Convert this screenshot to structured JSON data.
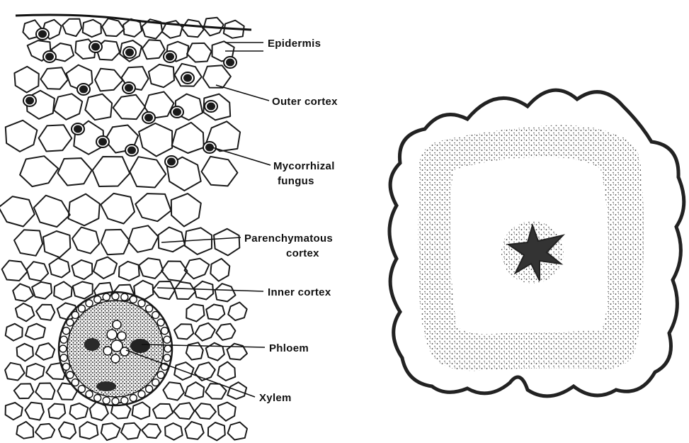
{
  "labels": {
    "epidermis": "Epidermis",
    "outer_cortex": "Outer cortex",
    "mycorrhizal_1": "Mycorrhizal",
    "mycorrhizal_2": "fungus",
    "parenchymatous_1": "Parenchymatous",
    "parenchymatous_2": "cortex",
    "inner_cortex": "Inner cortex",
    "phloem": "Phloem",
    "xylem": "Xylem"
  },
  "colors": {
    "ink": "#1a1a1a",
    "background": "#ffffff",
    "stipple": "#3a3a3a"
  }
}
